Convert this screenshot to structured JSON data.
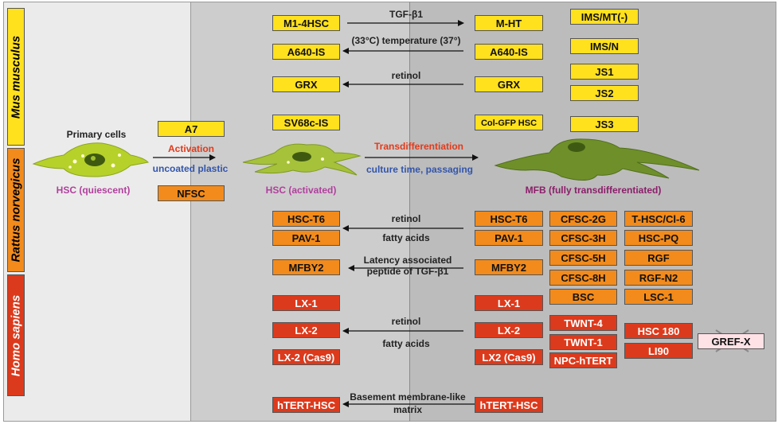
{
  "species": {
    "mouse": "Mus musculus",
    "rat": "Rattus norvegicus",
    "human": "Homo sapiens"
  },
  "colors": {
    "mouse": "#ffe11e",
    "rat": "#f28b1c",
    "human": "#dc3a1c",
    "activation_text": "#e23a1a",
    "condition_text": "#3355aa"
  },
  "stages": {
    "primary_cells": "Primary cells",
    "quiescent": "HSC (quiescent)",
    "activated": "HSC (activated)",
    "mfb": "MFB (fully transdifferentiated)"
  },
  "transitions": {
    "activation": "Activation",
    "uncoated_plastic": "uncoated plastic",
    "transdiff": "Transdifferentiation",
    "culture_time": "culture time, passaging"
  },
  "primary_lines": {
    "a7": "A7",
    "nfsc": "NFSC"
  },
  "mouse_rows": {
    "r1_left": "M1-4HSC",
    "r1_factor": "TGF-β1",
    "r1_right": "M-HT",
    "r2_left": "A640-IS",
    "r2_factor": "(33°C) temperature (37°)",
    "r2_right": "A640-IS",
    "r3_left": "GRX",
    "r3_factor": "retinol",
    "r3_right": "GRX",
    "r4_left": "SV68c-IS",
    "r4_right": "Col-GFP HSC"
  },
  "mouse_extra": [
    "IMS/MT(-)",
    "IMS/N",
    "JS1",
    "JS2",
    "JS3"
  ],
  "rat_rows": {
    "r1_left": "HSC-T6",
    "r1_factor": "retinol",
    "r1_right": "HSC-T6",
    "r2_left": "PAV-1",
    "r2_factor": "fatty acids",
    "r2_right": "PAV-1",
    "r3_left": "MFBY2",
    "r3_factor_1": "Latency associated",
    "r3_factor_2": "peptide of TGF-β1",
    "r3_right": "MFBY2"
  },
  "rat_col1": [
    "CFSC-2G",
    "CFSC-3H",
    "CFSC-5H",
    "CFSC-8H",
    "BSC"
  ],
  "rat_col2": [
    "T-HSC/Cl-6",
    "HSC-PQ",
    "RGF",
    "RGF-N2",
    "LSC-1"
  ],
  "human_rows": {
    "r1_left": "LX-1",
    "r1_right": "LX-1",
    "r2_left": "LX-2",
    "r2_factor": "retinol",
    "r2_right": "LX-2",
    "r3_left": "LX-2 (Cas9)",
    "r3_factor": "fatty acids",
    "r3_right": "LX2 (Cas9)",
    "r4_left": "hTERT-HSC",
    "r4_factor_1": "Basement membrane-like",
    "r4_factor_2": "matrix",
    "r4_right": "hTERT-HSC"
  },
  "human_col1": [
    "TWNT-4",
    "TWNT-1",
    "NPC-hTERT"
  ],
  "human_col2": [
    "HSC 180",
    "LI90"
  ],
  "discontinued": "GREF-X"
}
